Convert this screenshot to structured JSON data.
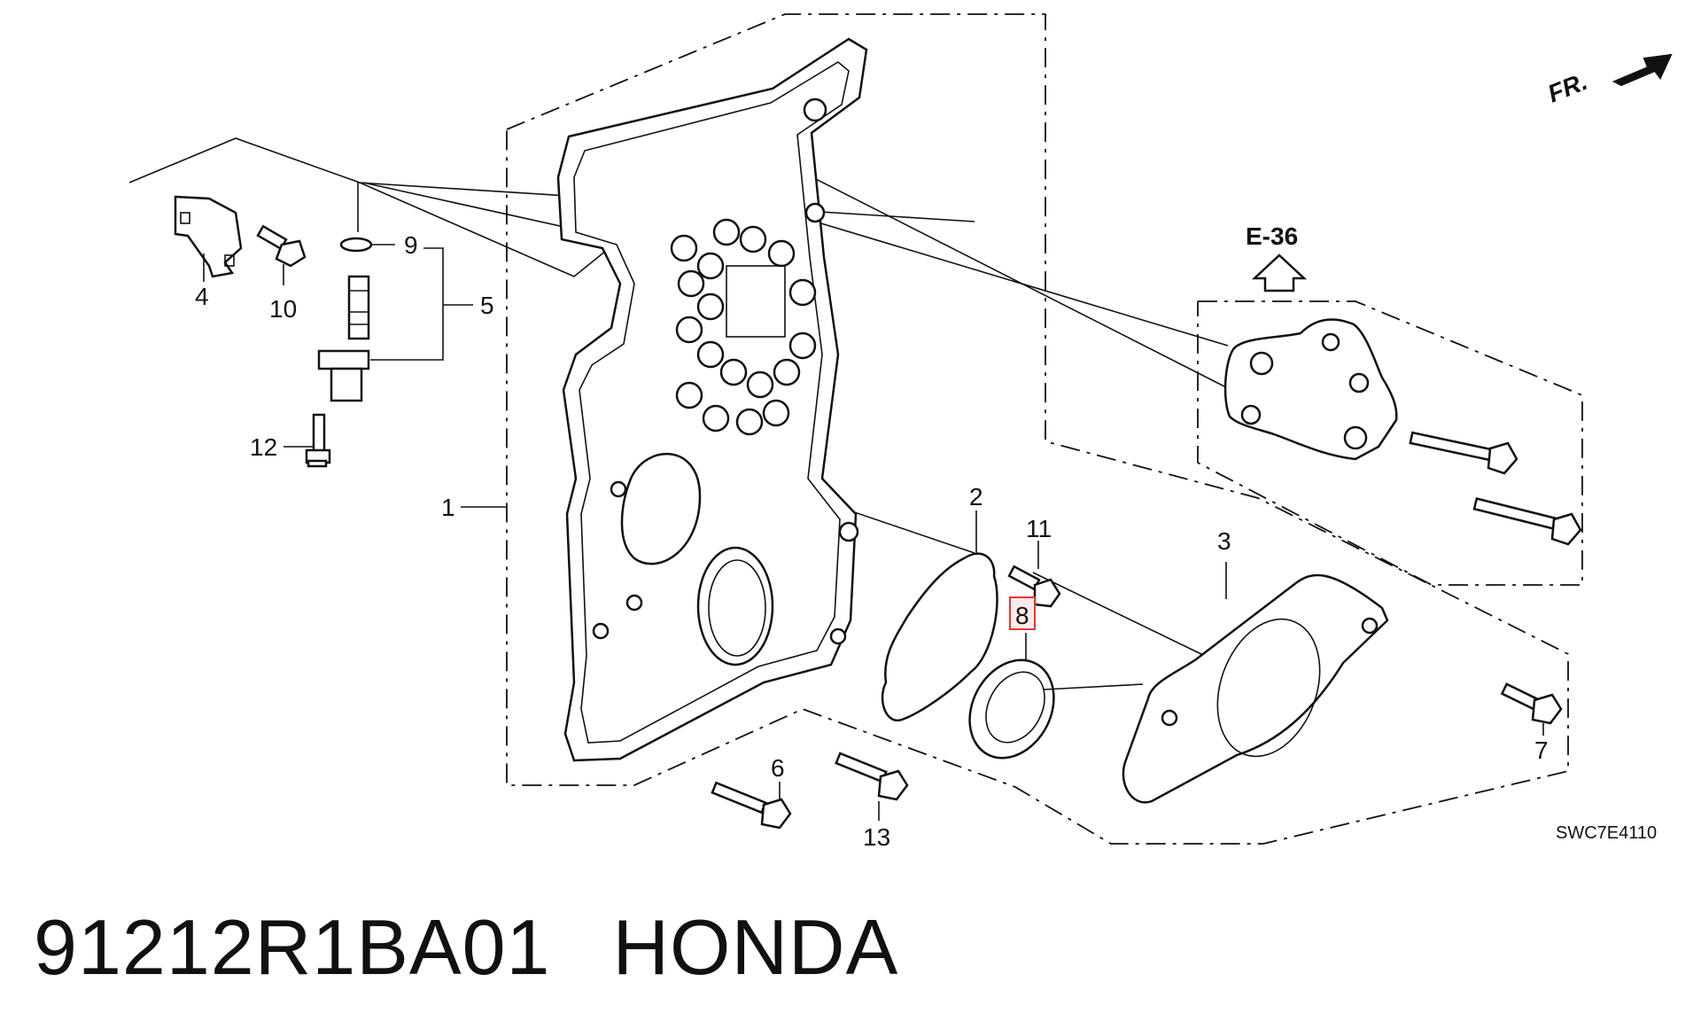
{
  "header": {
    "direction_label": "FR.",
    "reference": "E-36"
  },
  "callouts": {
    "c1": "1",
    "c2": "2",
    "c3": "3",
    "c4": "4",
    "c5": "5",
    "c6": "6",
    "c7": "7",
    "c8": "8",
    "c9": "9",
    "c10": "10",
    "c11": "11",
    "c12": "12",
    "c13": "13"
  },
  "highlighted_callout": "8",
  "highlight_color": "#e53935",
  "diagram_code": "SWC7E4110",
  "footer": {
    "part_number": "91212R1BA01",
    "brand": "HONDA"
  }
}
